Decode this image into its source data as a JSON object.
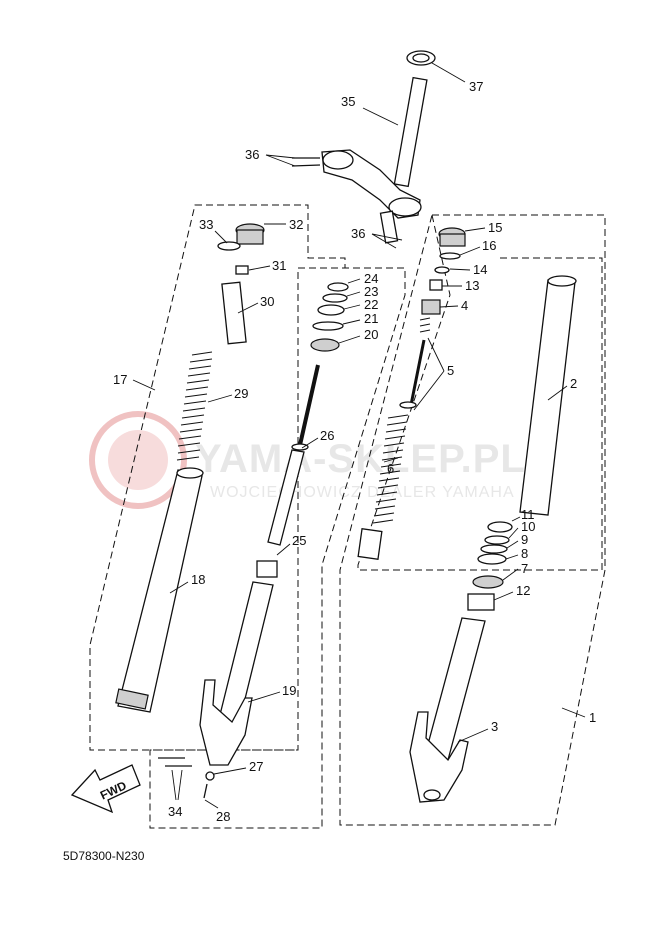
{
  "diagram": {
    "part_code": "5D78300-N230",
    "fwd_label": "FWD",
    "watermark": {
      "title": "YAMA-SKLEP.PL",
      "subtitle": "WOJCIECHOWICZ DEALER YAMAHA",
      "color": "#e8a6a6"
    },
    "callouts": [
      "1",
      "2",
      "3",
      "4",
      "5",
      "6",
      "7",
      "8",
      "9",
      "10",
      "11",
      "12",
      "13",
      "14",
      "15",
      "16",
      "17",
      "18",
      "19",
      "20",
      "21",
      "22",
      "23",
      "24",
      "25",
      "26",
      "27",
      "28",
      "29",
      "30",
      "31",
      "32",
      "33",
      "34",
      "35",
      "36",
      "36",
      "37"
    ]
  }
}
